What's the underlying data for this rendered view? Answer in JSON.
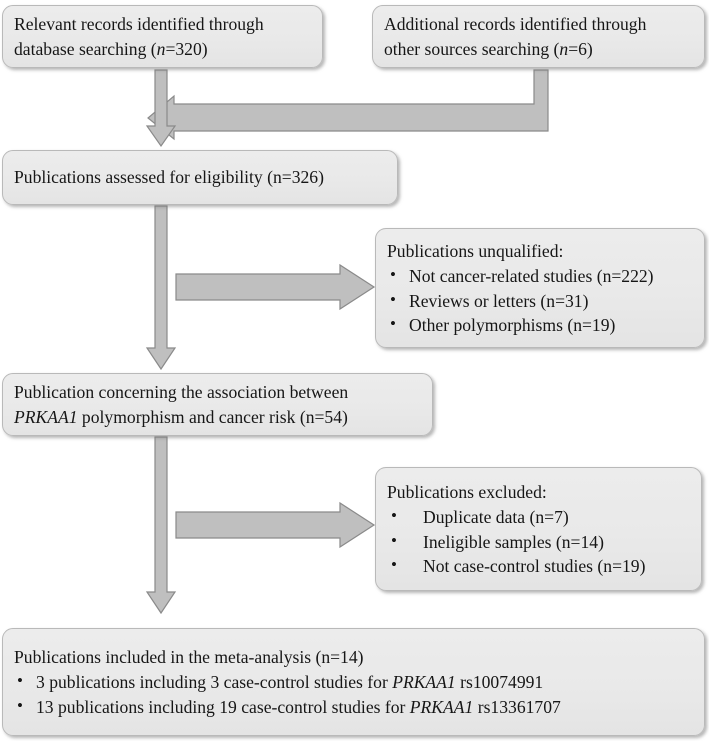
{
  "diagram": {
    "type": "prisma-flow-diagram",
    "colors": {
      "box_fill": "#e9e9e9",
      "box_border": "#b9b9b9",
      "arrow_fill": "#bdbdbd",
      "arrow_border": "#808080",
      "text": "#161616",
      "background": "#ffffff"
    },
    "nodes": {
      "records_db": {
        "name": "relevant-records-database",
        "line1": "Relevant records identified through",
        "line2_pre": "database searching (",
        "line2_italic": "n",
        "line2_post": "=320)"
      },
      "records_other": {
        "name": "additional-records-other-sources",
        "line1": "Additional records identified through",
        "line2_pre": "other sources searching (",
        "line2_italic": "n",
        "line2_post": "=6)"
      },
      "eligibility": {
        "name": "publications-assessed-eligibility",
        "line1": "Publications assessed for eligibility (n=326)"
      },
      "unqualified": {
        "name": "publications-unqualified",
        "title": "Publications unqualified:",
        "items": [
          "Not cancer-related studies (n=222)",
          "Reviews or letters (n=31)",
          "Other polymorphisms (n=19)"
        ]
      },
      "association": {
        "name": "publication-association-prkaa1",
        "line1": "Publication concerning the association between",
        "line2_italic": "PRKAA1",
        "line2_post": " polymorphism and cancer risk (n=54)"
      },
      "excluded": {
        "name": "publications-excluded",
        "title": "Publications excluded:",
        "items": [
          "Duplicate data (n=7)",
          "Ineligible samples (n=14)",
          "Not case-control studies (n=19)"
        ]
      },
      "included": {
        "name": "publications-included-meta-analysis",
        "title": "Publications included in the meta-analysis (n=14)",
        "items": [
          {
            "pre": "3 publications including 3 case-control studies for ",
            "italic": "PRKAA1",
            "post": " rs10074991"
          },
          {
            "pre": "13 publications including 19 case-control studies for ",
            "italic": "PRKAA1",
            "post": " rs13361707"
          }
        ]
      }
    },
    "connectors": [
      {
        "name": "arrow-merge-other-sources-to-main",
        "direction": "down-then-left",
        "style": "elbow"
      },
      {
        "name": "arrow-merge-to-eligibility",
        "direction": "down"
      },
      {
        "name": "arrow-eligibility-to-unqualified",
        "direction": "right"
      },
      {
        "name": "arrow-eligibility-to-association",
        "direction": "down"
      },
      {
        "name": "arrow-association-to-excluded",
        "direction": "right"
      },
      {
        "name": "arrow-association-to-included",
        "direction": "down"
      }
    ]
  }
}
